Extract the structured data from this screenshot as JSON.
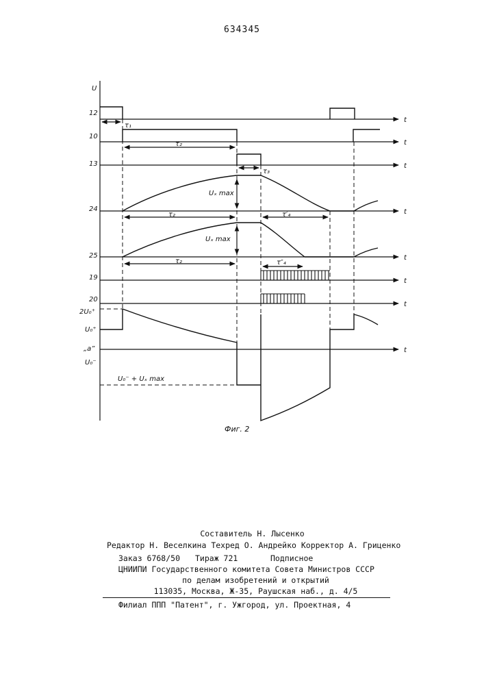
{
  "page_number": "634345",
  "figure": {
    "axis_v": "U",
    "t": "t",
    "rows": [
      "12",
      "10",
      "13",
      "24",
      "25",
      "19",
      "20"
    ],
    "levels": [
      "2U₀⁺",
      "U₀⁺",
      "„a”",
      "U₀⁻"
    ],
    "tau1": "τ₁",
    "tau2": "τ₂",
    "tau3": "τ₃",
    "tau4p": "τ′₄",
    "tau4pp": "τ″₄",
    "uxmax": "Uₓ max",
    "u0_uxmax": "U₀⁻ + Uₓ max",
    "caption": "Фиг. 2"
  },
  "imprint": {
    "compiler": "Составитель Н. Лысенко",
    "editors": "Редактор Н. Веселкина Техред О. Андрейко Корректор А. Гриценко",
    "order": "Заказ 6768/50",
    "circulation": "Тираж 721",
    "subscription": "Подписное",
    "org1": "ЦНИИПИ Государственного комитета Совета Министров СССР",
    "org2": "по делам изобретений и открытий",
    "address": "113035, Москва, Ж-35, Раушская наб., д. 4/5",
    "branch": "Филиал ППП \"Патент\", г. Ужгород, ул. Проектная, 4"
  }
}
